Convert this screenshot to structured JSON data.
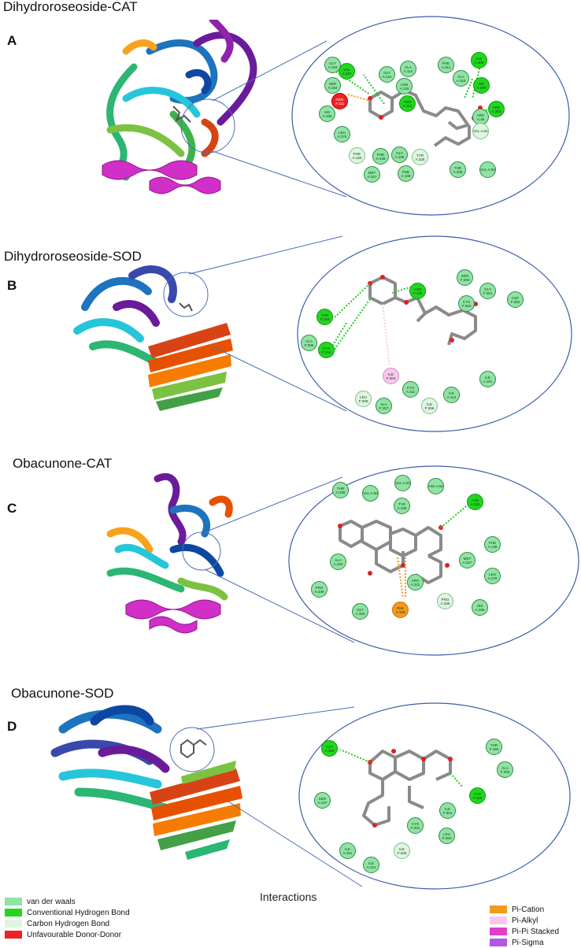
{
  "panels": [
    {
      "letter": "A",
      "title": "Dihydroroseoside-CAT",
      "residues": [
        {
          "label": "GLY A:193",
          "type": "vdw"
        },
        {
          "label": "VAL A:127",
          "type": "hb"
        },
        {
          "label": "SER A:194",
          "type": "vdw"
        },
        {
          "label": "ARG A:111",
          "type": "dd"
        },
        {
          "label": "HIS A:195",
          "type": "vdw"
        },
        {
          "label": "GLY A:124",
          "type": "vdw"
        },
        {
          "label": "ALA A:110",
          "type": "vdw"
        },
        {
          "label": "ASN A:129",
          "type": "vdw"
        },
        {
          "label": "ARG A:112",
          "type": "hb"
        },
        {
          "label": "PHE A:311",
          "type": "vdw"
        },
        {
          "label": "ALA A:318",
          "type": "vdw"
        },
        {
          "label": "ILE A:309",
          "type": "hb"
        },
        {
          "label": "HIS A:299",
          "type": "hb"
        },
        {
          "label": "ARG A:302",
          "type": "hb"
        },
        {
          "label": "ARG A:45",
          "type": "vdw"
        },
        {
          "label": "VAL A:51",
          "type": "ch"
        },
        {
          "label": "LEU A:276",
          "type": "vdw"
        },
        {
          "label": "PHE A:130",
          "type": "ch"
        },
        {
          "label": "PHE A:138",
          "type": "vdw"
        },
        {
          "label": "GLY A:108",
          "type": "vdw"
        },
        {
          "label": "TYR A:335",
          "type": "ch"
        },
        {
          "label": "MET A:327",
          "type": "vdw"
        },
        {
          "label": "PHE A:109",
          "type": "vdw"
        },
        {
          "label": "THR A:338",
          "type": "vdw"
        },
        {
          "label": "VAL A:50",
          "type": "vdw"
        }
      ]
    },
    {
      "letter": "B",
      "title": "Dihydroroseoside-SOD",
      "residues": [
        {
          "label": "SER F:260",
          "type": "vdw"
        },
        {
          "label": "GLY F:261",
          "type": "vdw"
        },
        {
          "label": "ASP F:262",
          "type": "vdw"
        },
        {
          "label": "ASN F:139",
          "type": "hb"
        },
        {
          "label": "CYS F:264",
          "type": "vdw"
        },
        {
          "label": "THR F:155",
          "type": "hb"
        },
        {
          "label": "ALA F:305",
          "type": "vdw"
        },
        {
          "label": "CYS F:156",
          "type": "hb"
        },
        {
          "label": "ILE F:304",
          "type": "alk"
        },
        {
          "label": "LEU F:259",
          "type": "ch"
        },
        {
          "label": "ALA F:157",
          "type": "vdw"
        },
        {
          "label": "CYS A:111",
          "type": "vdw"
        },
        {
          "label": "ILE F:266",
          "type": "ch"
        },
        {
          "label": "ILE A:113",
          "type": "vdw"
        },
        {
          "label": "ILE A:151",
          "type": "vdw"
        }
      ]
    },
    {
      "letter": "C",
      "title": "Obacunone-CAT",
      "residues": [
        {
          "label": "THR A:338",
          "type": "vdw"
        },
        {
          "label": "VAL A:50",
          "type": "vdw"
        },
        {
          "label": "VAL A:51",
          "type": "vdw"
        },
        {
          "label": "HIS A:52",
          "type": "vdw"
        },
        {
          "label": "TYR A:335",
          "type": "vdw"
        },
        {
          "label": "ASN A:325",
          "type": "hb"
        },
        {
          "label": "PHE A:138",
          "type": "vdw"
        },
        {
          "label": "ALA A:334",
          "type": "vdw"
        },
        {
          "label": "MET A:327",
          "type": "vdw"
        },
        {
          "label": "LEU A:276",
          "type": "vdw"
        },
        {
          "label": "ARG A:331",
          "type": "vdw"
        },
        {
          "label": "PRO A:339",
          "type": "vdw"
        },
        {
          "label": "PRO A:335",
          "type": "ch"
        },
        {
          "label": "GLY A:330",
          "type": "vdw"
        },
        {
          "label": "PHE A:138",
          "type": "cat"
        },
        {
          "label": "HIS A:195",
          "type": "vdw"
        }
      ]
    },
    {
      "letter": "D",
      "title": "Obacunone-SOD",
      "residues": [
        {
          "label": "GLY A:109",
          "type": "hb"
        },
        {
          "label": "THR F:155",
          "type": "vdw"
        },
        {
          "label": "ALA F:305",
          "type": "vdw"
        },
        {
          "label": "CYS F:156",
          "type": "hb"
        },
        {
          "label": "SER A:107",
          "type": "vdw"
        },
        {
          "label": "ILE F:304",
          "type": "vdw"
        },
        {
          "label": "CYS F:264",
          "type": "vdw"
        },
        {
          "label": "LEU F:259",
          "type": "vdw"
        },
        {
          "label": "ILE F:266",
          "type": "ch"
        },
        {
          "label": "ILE A:151",
          "type": "vdw"
        },
        {
          "label": "ILE A:113",
          "type": "vdw"
        }
      ]
    }
  ],
  "legend": {
    "title": "Interactions",
    "left": [
      {
        "label": " van der waals",
        "color": "#8fe3a3"
      },
      {
        "label": "Conventional Hydrogen Bond",
        "color": "#22d61f"
      },
      {
        "label": "Carbon Hydrogen Bond",
        "color": "#dff5e0"
      },
      {
        "label": "Unfavourable Donor-Donor",
        "color": "#ee2222"
      }
    ],
    "right": [
      {
        "label": "Pi-Cation",
        "color": "#f39a1b"
      },
      {
        "label": "Pi-Alkyl",
        "color": "#f7c7ee"
      },
      {
        "label": "Pi-Pi Stacked",
        "color": "#e040c8"
      },
      {
        "label": "Pi-Sigma",
        "color": "#b455e6"
      }
    ]
  },
  "colors": {
    "circle_stroke": "#3a5da8",
    "ligand": "#8a8a8a",
    "oxygen": "#e02020",
    "hbond_line": "#22cc22"
  }
}
